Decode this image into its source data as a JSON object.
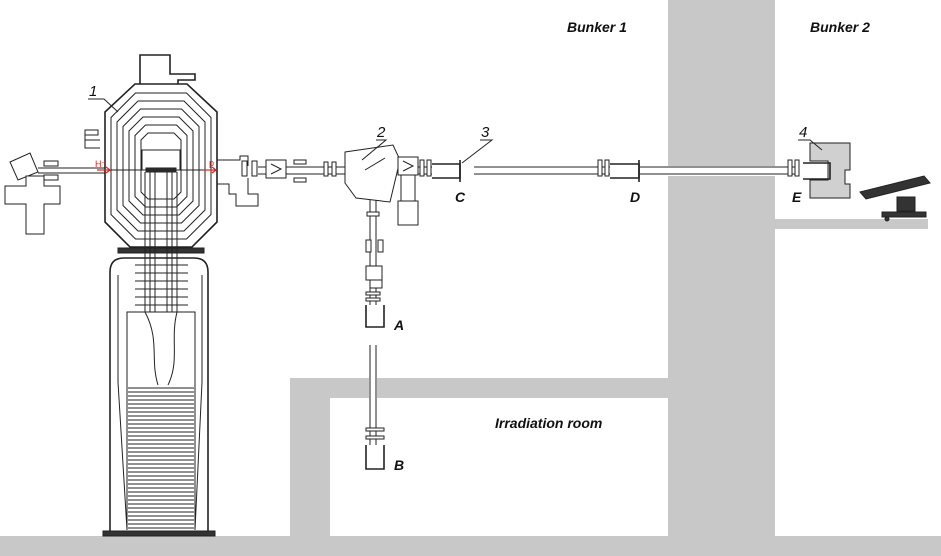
{
  "labels": {
    "bunker_1": "Bunker 1",
    "bunker_2": "Bunker 2",
    "irradiation_room": "Irradiation room"
  },
  "components": {
    "n1": "1",
    "n2": "2",
    "n3": "3",
    "n4": "4"
  },
  "endpoints": {
    "a": "A",
    "b": "B",
    "c": "C",
    "d": "D",
    "e": "E"
  },
  "beams": {
    "h_minus": "H⁻",
    "p": "p"
  },
  "colors": {
    "wall": "#c8c8c8",
    "beam_label": "#e0211c",
    "line": "#222222"
  }
}
